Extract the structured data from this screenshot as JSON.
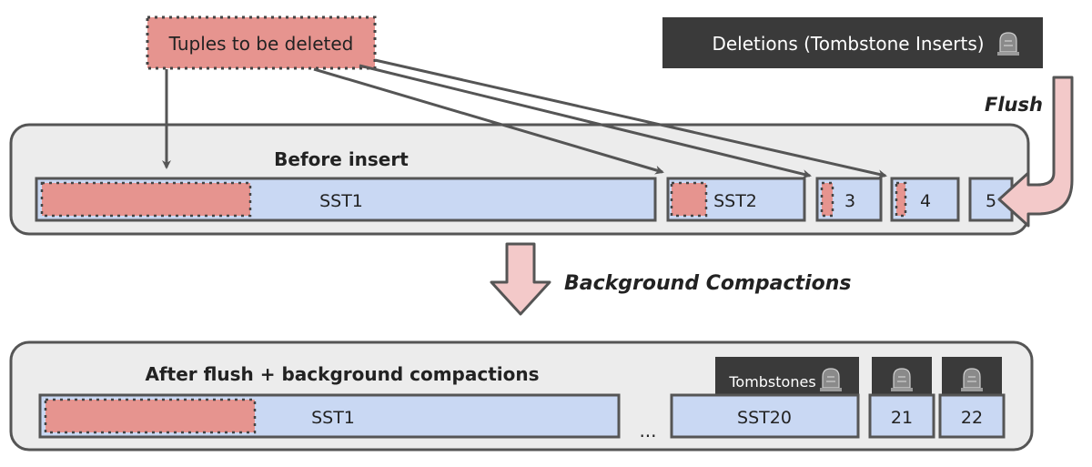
{
  "labels": {
    "tuples_to_delete": "Tuples to be deleted",
    "deletions": "Deletions (Tombstone Inserts)",
    "flush": "Flush",
    "before_insert": "Before insert",
    "background_compactions": "Background Compactions",
    "after": "After flush + background compactions",
    "tombstones": "Tombstones",
    "ellipsis": "..."
  },
  "before": {
    "sst1": "SST1",
    "sst2": "SST2",
    "sst3": "3",
    "sst4": "4",
    "sst5": "5"
  },
  "after": {
    "sst1": "SST1",
    "sst20": "SST20",
    "sst21": "21",
    "sst22": "22"
  },
  "colors": {
    "sst_fill": "#c9d8f3",
    "deleted_fill": "#e6948f",
    "dark_label": "#3a3a3a",
    "flush_arrow": "#f3c9c9",
    "panel": "#ececec"
  },
  "icons": [
    "tombstone-icon"
  ]
}
